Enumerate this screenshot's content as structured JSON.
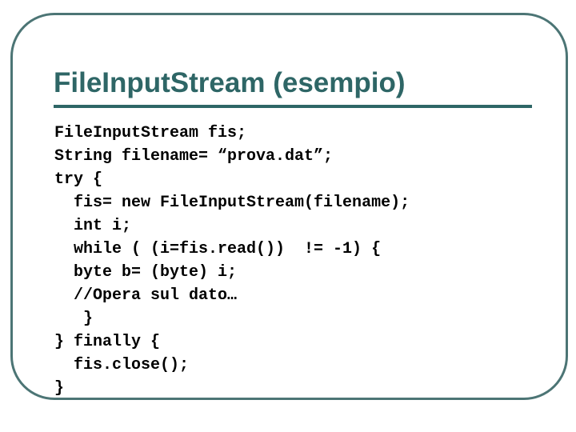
{
  "slide": {
    "title": "FileInputStream (esempio)",
    "code_lines": [
      "FileInputStream fis;",
      "String filename= “prova.dat”;",
      "try {",
      "  fis= new FileInputStream(filename);",
      "  int i;",
      "  while ( (i=fis.read())  != -1) {",
      "  byte b= (byte) i;",
      "  //Opera sul dato…",
      "   }",
      "} finally {",
      "  fis.close();",
      "}"
    ],
    "colors": {
      "accent": "#2E6666",
      "frame_border": "#4C7575",
      "code_text": "#000000",
      "background": "#FFFFFF"
    }
  }
}
